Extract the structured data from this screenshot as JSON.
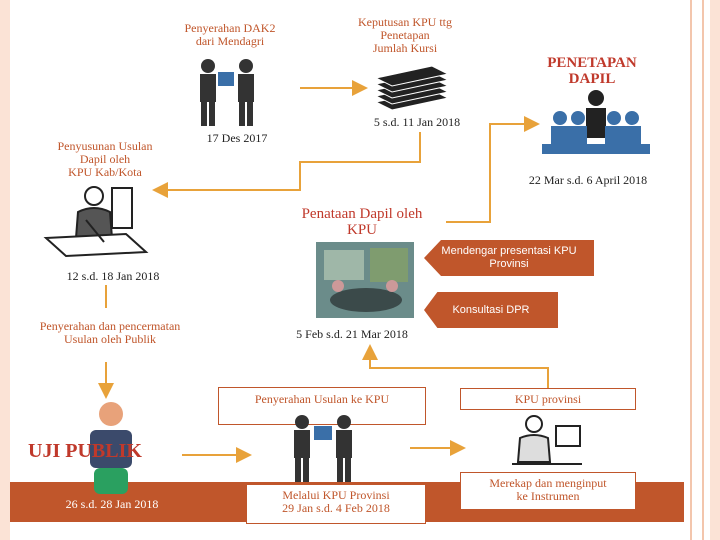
{
  "steps": {
    "dak2": {
      "title": "Penyerahan DAK2\ndari Mendagri",
      "date": "17 Des 2017"
    },
    "keputusan": {
      "title": "Keputusan KPU ttg\nPenetapan\nJumlah Kursi",
      "date": "5 s.d. 11 Jan 2018"
    },
    "penetapan": {
      "title": "PENETAPAN\nDAPIL",
      "date": "22  Mar s.d. 6 April 2018"
    },
    "penyusunan": {
      "title": "Penyusunan Usulan\nDapil oleh\nKPU Kab/Kota",
      "date": "12 s.d. 18 Jan 2018"
    },
    "penataan": {
      "title": "Penataan Dapil oleh\nKPU",
      "date": "5  Feb s.d. 21 Mar  2018"
    },
    "pencermatan": {
      "title": "Penyerahan dan pencermatan\nUsulan oleh Publik"
    },
    "uji_publik": {
      "title": "UJI PUBLIK",
      "date": "26 s.d. 28 Jan 2018"
    },
    "usulan_kpu": {
      "title": "Penyerahan  Usulan ke KPU",
      "note": "Melalui KPU Provinsi\n29 Jan s.d. 4 Feb 2018"
    },
    "kpu_provinsi": {
      "title": "KPU provinsi",
      "note": "Merekap dan menginput\nke Instrumen"
    }
  },
  "sub_steps": [
    "Mendengar presentasi KPU\nProvinsi",
    "Konsultasi DPR"
  ],
  "colors": {
    "accent": "#c0562b",
    "heading": "#c0392b",
    "arrow": "#e8a23a",
    "icon": "#3a6fa8"
  }
}
